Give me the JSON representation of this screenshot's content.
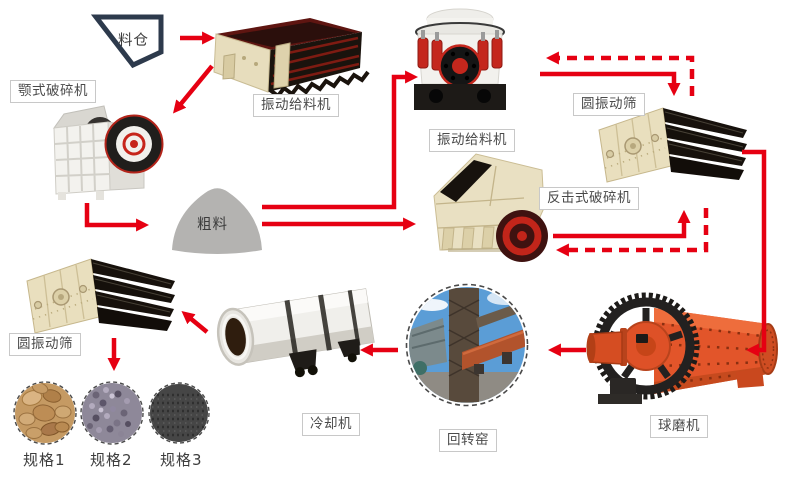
{
  "colors": {
    "arrow_red": "#e60012",
    "label_border": "#c8c8c8",
    "label_text": "#4a4a4a",
    "hopper_outline": "#2d3a4c",
    "pile_fill": "#b4b3b1",
    "machine_beige": "#e9dfbe",
    "machine_orange": "#e2552a"
  },
  "nodes": {
    "hopper": {
      "label": "料仓"
    },
    "feeder_top": {
      "label": "振动给料机"
    },
    "jaw_crusher": {
      "label": "颚式破碎机"
    },
    "coarse_pile": {
      "label": "粗料"
    },
    "cone_crusher": {
      "label": "振动给料机"
    },
    "screen_top": {
      "label": "圆振动筛"
    },
    "impact_crusher": {
      "label": "反击式破碎机"
    },
    "ball_mill": {
      "label": "球磨机"
    },
    "rotary_kiln": {
      "label": "回转窑"
    },
    "cooler": {
      "label": "冷却机"
    },
    "screen_bottom": {
      "label": "圆振动筛"
    },
    "products": [
      {
        "label": "规格1"
      },
      {
        "label": "规格2"
      },
      {
        "label": "规格3"
      }
    ]
  },
  "flows": [
    {
      "from": "hopper",
      "to": "feeder_top",
      "style": "solid"
    },
    {
      "from": "feeder_top",
      "to": "jaw_crusher",
      "style": "solid"
    },
    {
      "from": "jaw_crusher",
      "to": "coarse_pile",
      "style": "solid"
    },
    {
      "from": "coarse_pile",
      "to": "cone_crusher",
      "style": "solid"
    },
    {
      "from": "coarse_pile",
      "to": "impact_crusher",
      "style": "solid"
    },
    {
      "from": "cone_crusher",
      "to": "screen_top",
      "style": "solid"
    },
    {
      "from": "screen_top",
      "to": "cone_crusher",
      "style": "dashed"
    },
    {
      "from": "impact_crusher",
      "to": "screen_top",
      "style": "solid"
    },
    {
      "from": "screen_top",
      "to": "impact_crusher",
      "style": "dashed"
    },
    {
      "from": "screen_top",
      "to": "ball_mill",
      "style": "solid"
    },
    {
      "from": "ball_mill",
      "to": "rotary_kiln",
      "style": "solid"
    },
    {
      "from": "rotary_kiln",
      "to": "cooler",
      "style": "solid"
    },
    {
      "from": "cooler",
      "to": "screen_bottom",
      "style": "solid"
    },
    {
      "from": "screen_bottom",
      "to": "products",
      "style": "solid"
    }
  ]
}
